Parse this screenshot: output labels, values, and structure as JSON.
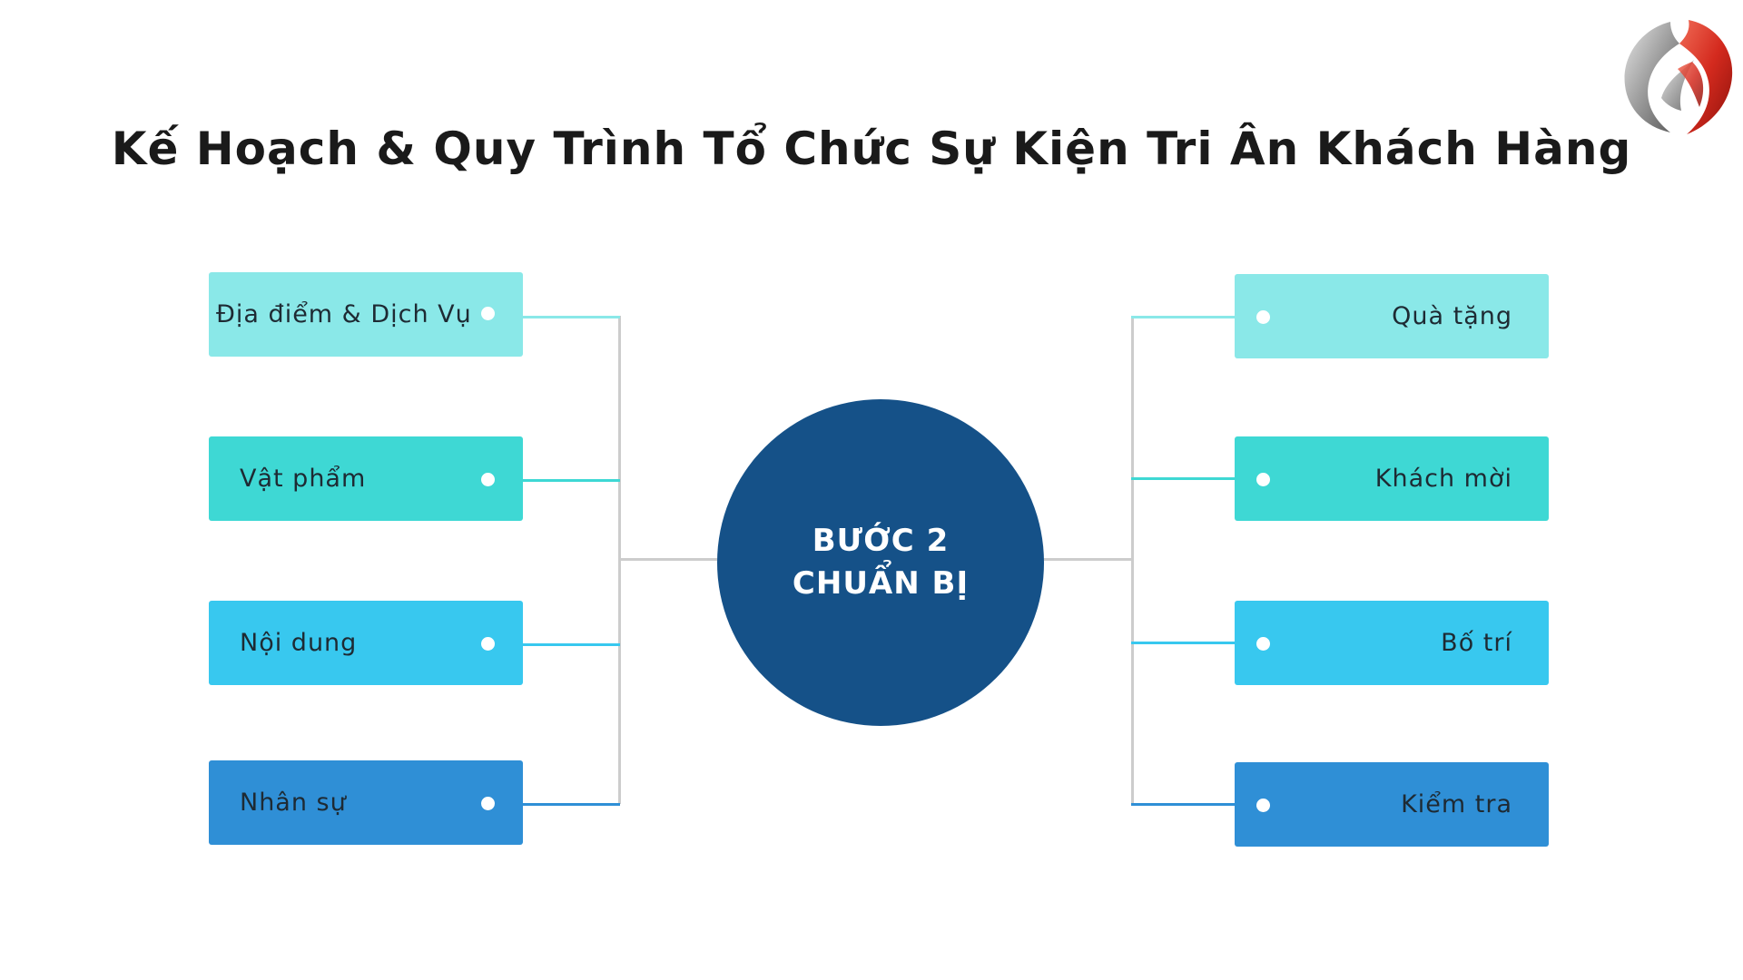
{
  "title": "Kế Hoạch & Quy Trình Tổ Chức Sự Kiện Tri Ân Khách Hàng",
  "center": {
    "line1": "BƯỚC 2",
    "line2": "CHUẨN BỊ",
    "color": "#155188"
  },
  "left_items": [
    {
      "label": "Địa điểm & Dịch Vụ",
      "color": "#8ae8e8"
    },
    {
      "label": "Vật phẩm",
      "color": "#3ed8d4"
    },
    {
      "label": "Nội dung",
      "color": "#38c8ef"
    },
    {
      "label": "Nhân sự",
      "color": "#2f8fd6"
    }
  ],
  "right_items": [
    {
      "label": "Quà tặng",
      "color": "#8ae8e8"
    },
    {
      "label": "Khách mời",
      "color": "#3ed8d4"
    },
    {
      "label": "Bố trí",
      "color": "#38c8ef"
    },
    {
      "label": "Kiểm tra",
      "color": "#2f8fd6"
    }
  ],
  "connector_color": "#cccccc",
  "logo": {
    "icon": "company-logo-icon",
    "colors": [
      "#8c8c8c",
      "#d42a1e"
    ]
  }
}
